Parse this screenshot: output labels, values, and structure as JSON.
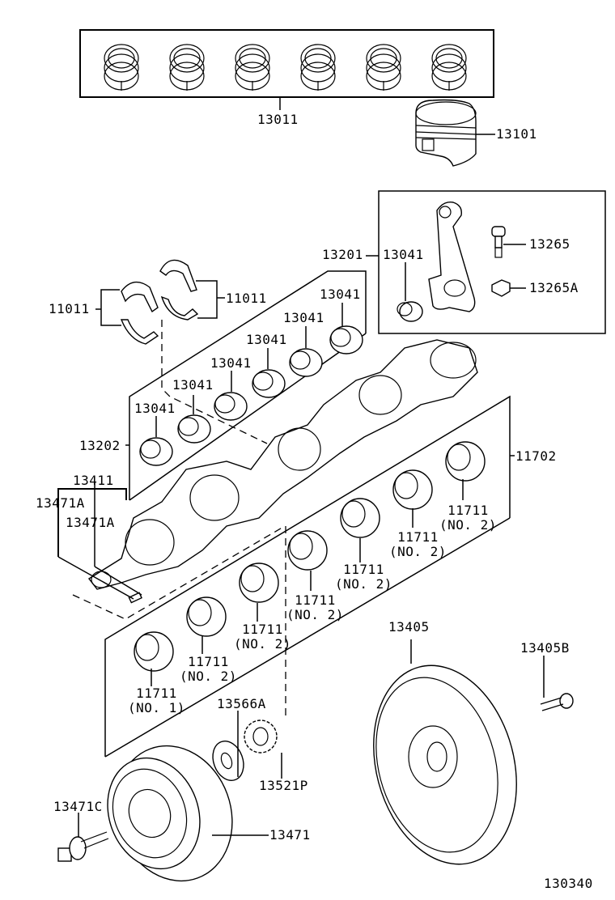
{
  "diagram": {
    "title": "Crankshaft & Piston parts diagram",
    "figure_number": "130340",
    "callouts": {
      "piston_ring_set": "13011",
      "piston": "13101",
      "conrod_assy": "13201",
      "conrod_bearing_inset": "13041",
      "conrod_bolt": "13265",
      "conrod_nut": "13265A",
      "thrust_washer_left": "11011",
      "thrust_washer_right": "11011",
      "conrod_bearing_set": "13202",
      "conrod_bearing_1": "13041",
      "conrod_bearing_2": "13041",
      "conrod_bearing_3": "13041",
      "conrod_bearing_4": "13041",
      "conrod_bearing_5": "13041",
      "conrod_bearing_6": "13041",
      "crankshaft_assy": "13411",
      "crank_key_1": "13471A",
      "crank_key_2": "13471A",
      "main_bearing_set": "11702",
      "main_bearing_1": "11711",
      "main_bearing_1_note": "(NO. 1)",
      "main_bearing_2": "11711",
      "main_bearing_2_note": "(NO. 2)",
      "main_bearing_3": "11711",
      "main_bearing_3_note": "(NO. 2)",
      "main_bearing_4": "11711",
      "main_bearing_4_note": "(NO. 2)",
      "main_bearing_5": "11711",
      "main_bearing_5_note": "(NO. 2)",
      "main_bearing_6": "11711",
      "main_bearing_6_note": "(NO. 2)",
      "crank_washer": "13566A",
      "timing_gear": "13521P",
      "pulley_bolt": "13471C",
      "crank_pulley": "13471",
      "flywheel": "13405",
      "flywheel_bolt": "13405B"
    }
  }
}
